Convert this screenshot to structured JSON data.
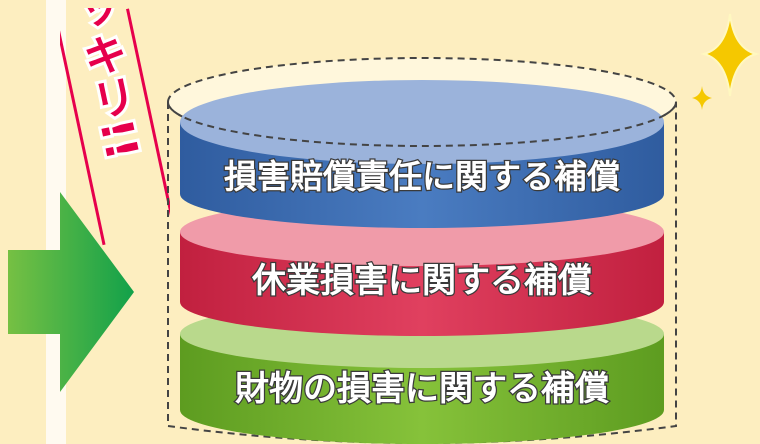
{
  "badge": {
    "text": "スッキリ!!"
  },
  "layers": [
    {
      "label": "損害賠償責任に関する補償"
    },
    {
      "label": "休業損害に関する補償"
    },
    {
      "label": "財物の損害に関する補償"
    }
  ],
  "colors": {
    "background": "#fdeec0",
    "layer_top": "#3c6db0",
    "layer_middle": "#d83255",
    "layer_bottom": "#74b42b",
    "arrow": "#3eb14a",
    "badge": "#e6004c",
    "sparkle": "#f5c800"
  },
  "icons": [
    "right-arrow-icon",
    "sparkle-icon"
  ]
}
